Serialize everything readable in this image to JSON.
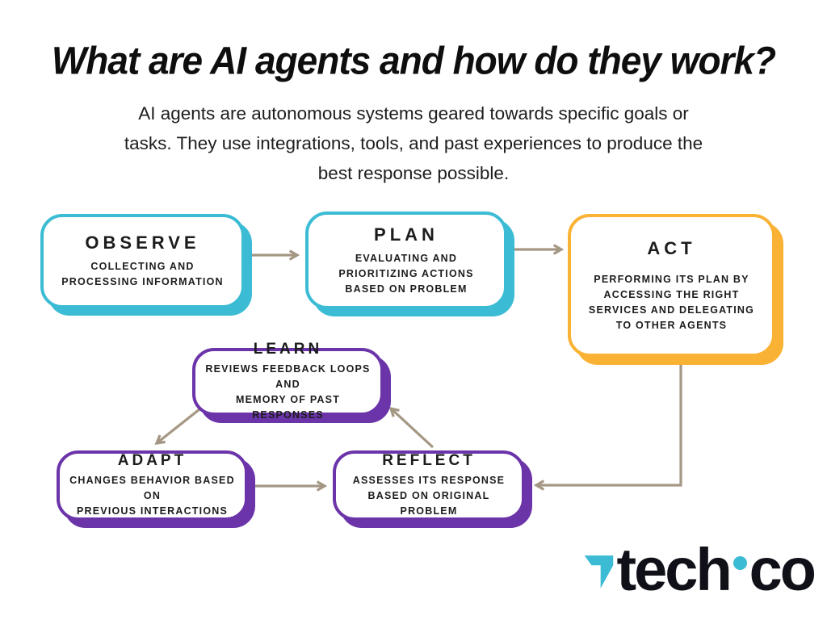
{
  "header": {
    "title": "What are AI agents and how do they work?",
    "subtitle": "AI agents are autonomous systems geared towards specific goals or\ntasks. They use integrations, tools, and past experiences to produce the\nbest response possible."
  },
  "nodes": [
    {
      "id": "observe",
      "title": "OBSERVE",
      "description": "COLLECTING AND\nPROCESSING INFORMATION",
      "color": "cyan"
    },
    {
      "id": "plan",
      "title": "PLAN",
      "description": "EVALUATING AND\nPRIORITIZING ACTIONS\nBASED ON PROBLEM",
      "color": "cyan"
    },
    {
      "id": "act",
      "title": "ACT",
      "description": "PERFORMING ITS PLAN BY\nACCESSING THE RIGHT\nSERVICES AND DELEGATING\nTO OTHER AGENTS",
      "color": "orange"
    },
    {
      "id": "learn",
      "title": "LEARN",
      "description": "REVIEWS FEEDBACK LOOPS AND\nMEMORY OF PAST RESPONSES",
      "color": "purple"
    },
    {
      "id": "adapt",
      "title": "ADAPT",
      "description": "CHANGES BEHAVIOR BASED ON\nPREVIOUS INTERACTIONS",
      "color": "purple"
    },
    {
      "id": "reflect",
      "title": "REFLECT",
      "description": "ASSESSES ITS RESPONSE\nBASED ON ORIGINAL PROBLEM",
      "color": "purple"
    }
  ],
  "flow": [
    "observe -> plan",
    "plan -> act",
    "act -> reflect",
    "reflect -> learn",
    "learn -> adapt",
    "adapt -> reflect"
  ],
  "colors": {
    "cyan": "#3bbcd4",
    "orange": "#f9b234",
    "purple": "#6b34a9",
    "arrow": "#a49784",
    "text": "#1c1c1c"
  },
  "logo": {
    "brand_part1": "tech",
    "brand_dot": ".",
    "brand_part2": "co"
  }
}
